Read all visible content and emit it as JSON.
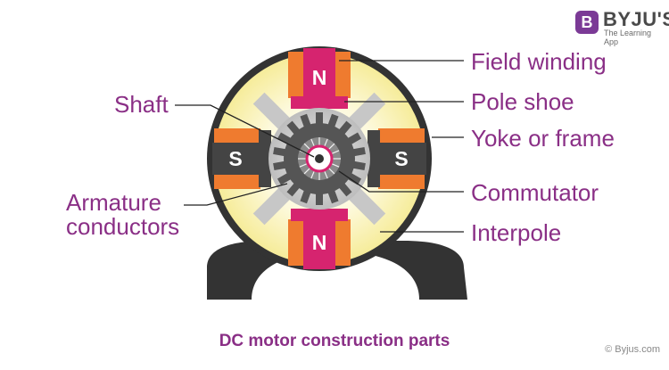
{
  "brand": {
    "name": "BYJU'S",
    "tagline": "The Learning App",
    "badge_letter": "B",
    "color": "#7b3a96"
  },
  "diagram": {
    "labels": {
      "field_winding": "Field winding",
      "pole_shoe": "Pole shoe",
      "yoke": "Yoke or frame",
      "commutator": "Commutator",
      "interpole": "Interpole",
      "shaft": "Shaft",
      "armature_line1": "Armature",
      "armature_line2": "conductors"
    },
    "poles": {
      "north": "N",
      "south": "S"
    },
    "colors": {
      "label": "#8a2f86",
      "yoke": "#333333",
      "interior": "#fbf6c8",
      "field_winding": "#ef7b2f",
      "pole_north": "#d6246f",
      "pole_south": "#444444",
      "armature": "#555555",
      "interpole": "#c7c7c7"
    }
  },
  "caption": "DC motor construction parts",
  "copyright": "© Byjus.com"
}
